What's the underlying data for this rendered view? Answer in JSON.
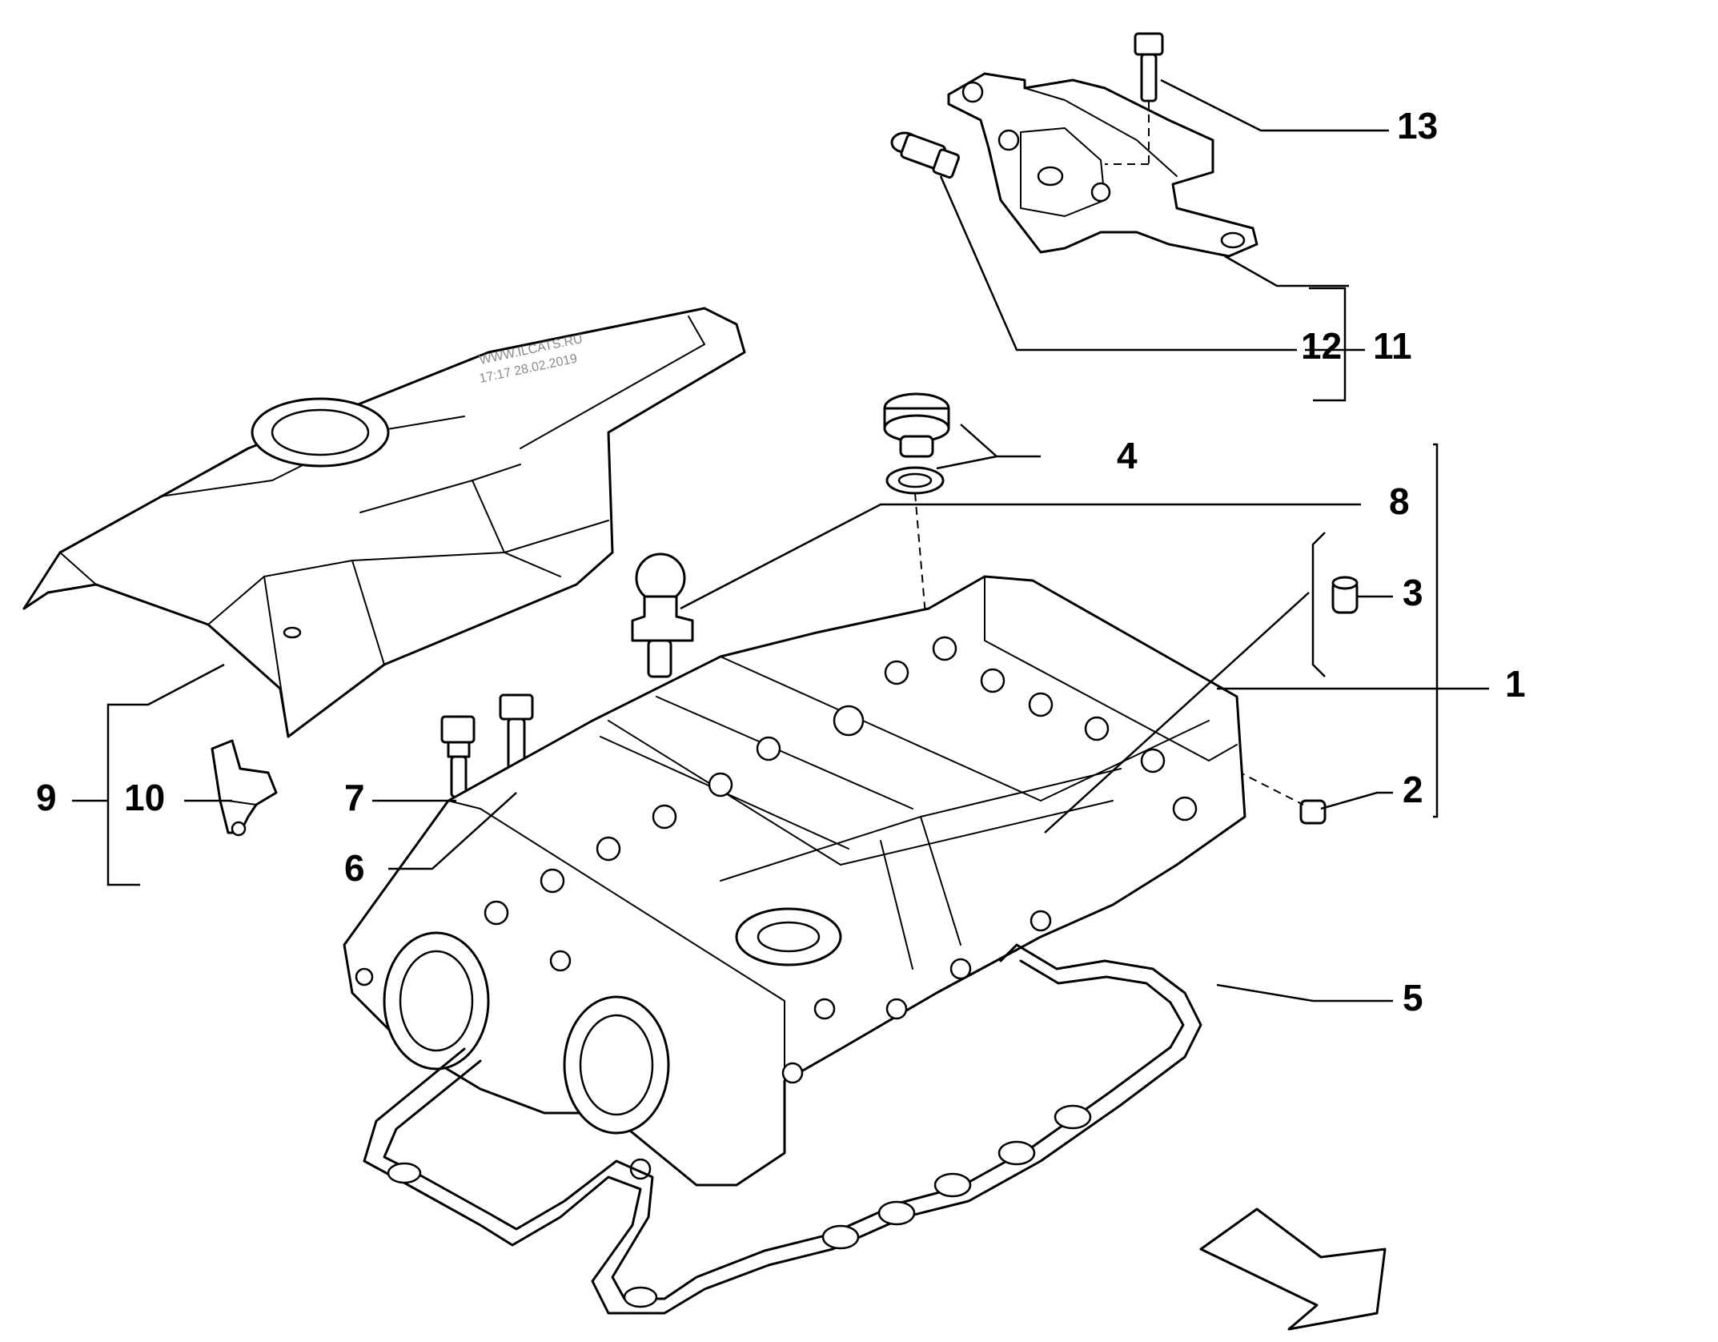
{
  "watermark": {
    "line1": "WWW.ILCATS.RU",
    "line2": "17:17 28.02.2019"
  },
  "callouts": [
    {
      "id": "1",
      "label": "1"
    },
    {
      "id": "2",
      "label": "2"
    },
    {
      "id": "3",
      "label": "3"
    },
    {
      "id": "4",
      "label": "4"
    },
    {
      "id": "5",
      "label": "5"
    },
    {
      "id": "6",
      "label": "6"
    },
    {
      "id": "7",
      "label": "7"
    },
    {
      "id": "8",
      "label": "8"
    },
    {
      "id": "9",
      "label": "9"
    },
    {
      "id": "10",
      "label": "10"
    },
    {
      "id": "11",
      "label": "11"
    },
    {
      "id": "12",
      "label": "12"
    },
    {
      "id": "13",
      "label": "13"
    }
  ],
  "colors": {
    "line": "#000000",
    "background": "#ffffff",
    "watermark": "#8a8a8a"
  }
}
